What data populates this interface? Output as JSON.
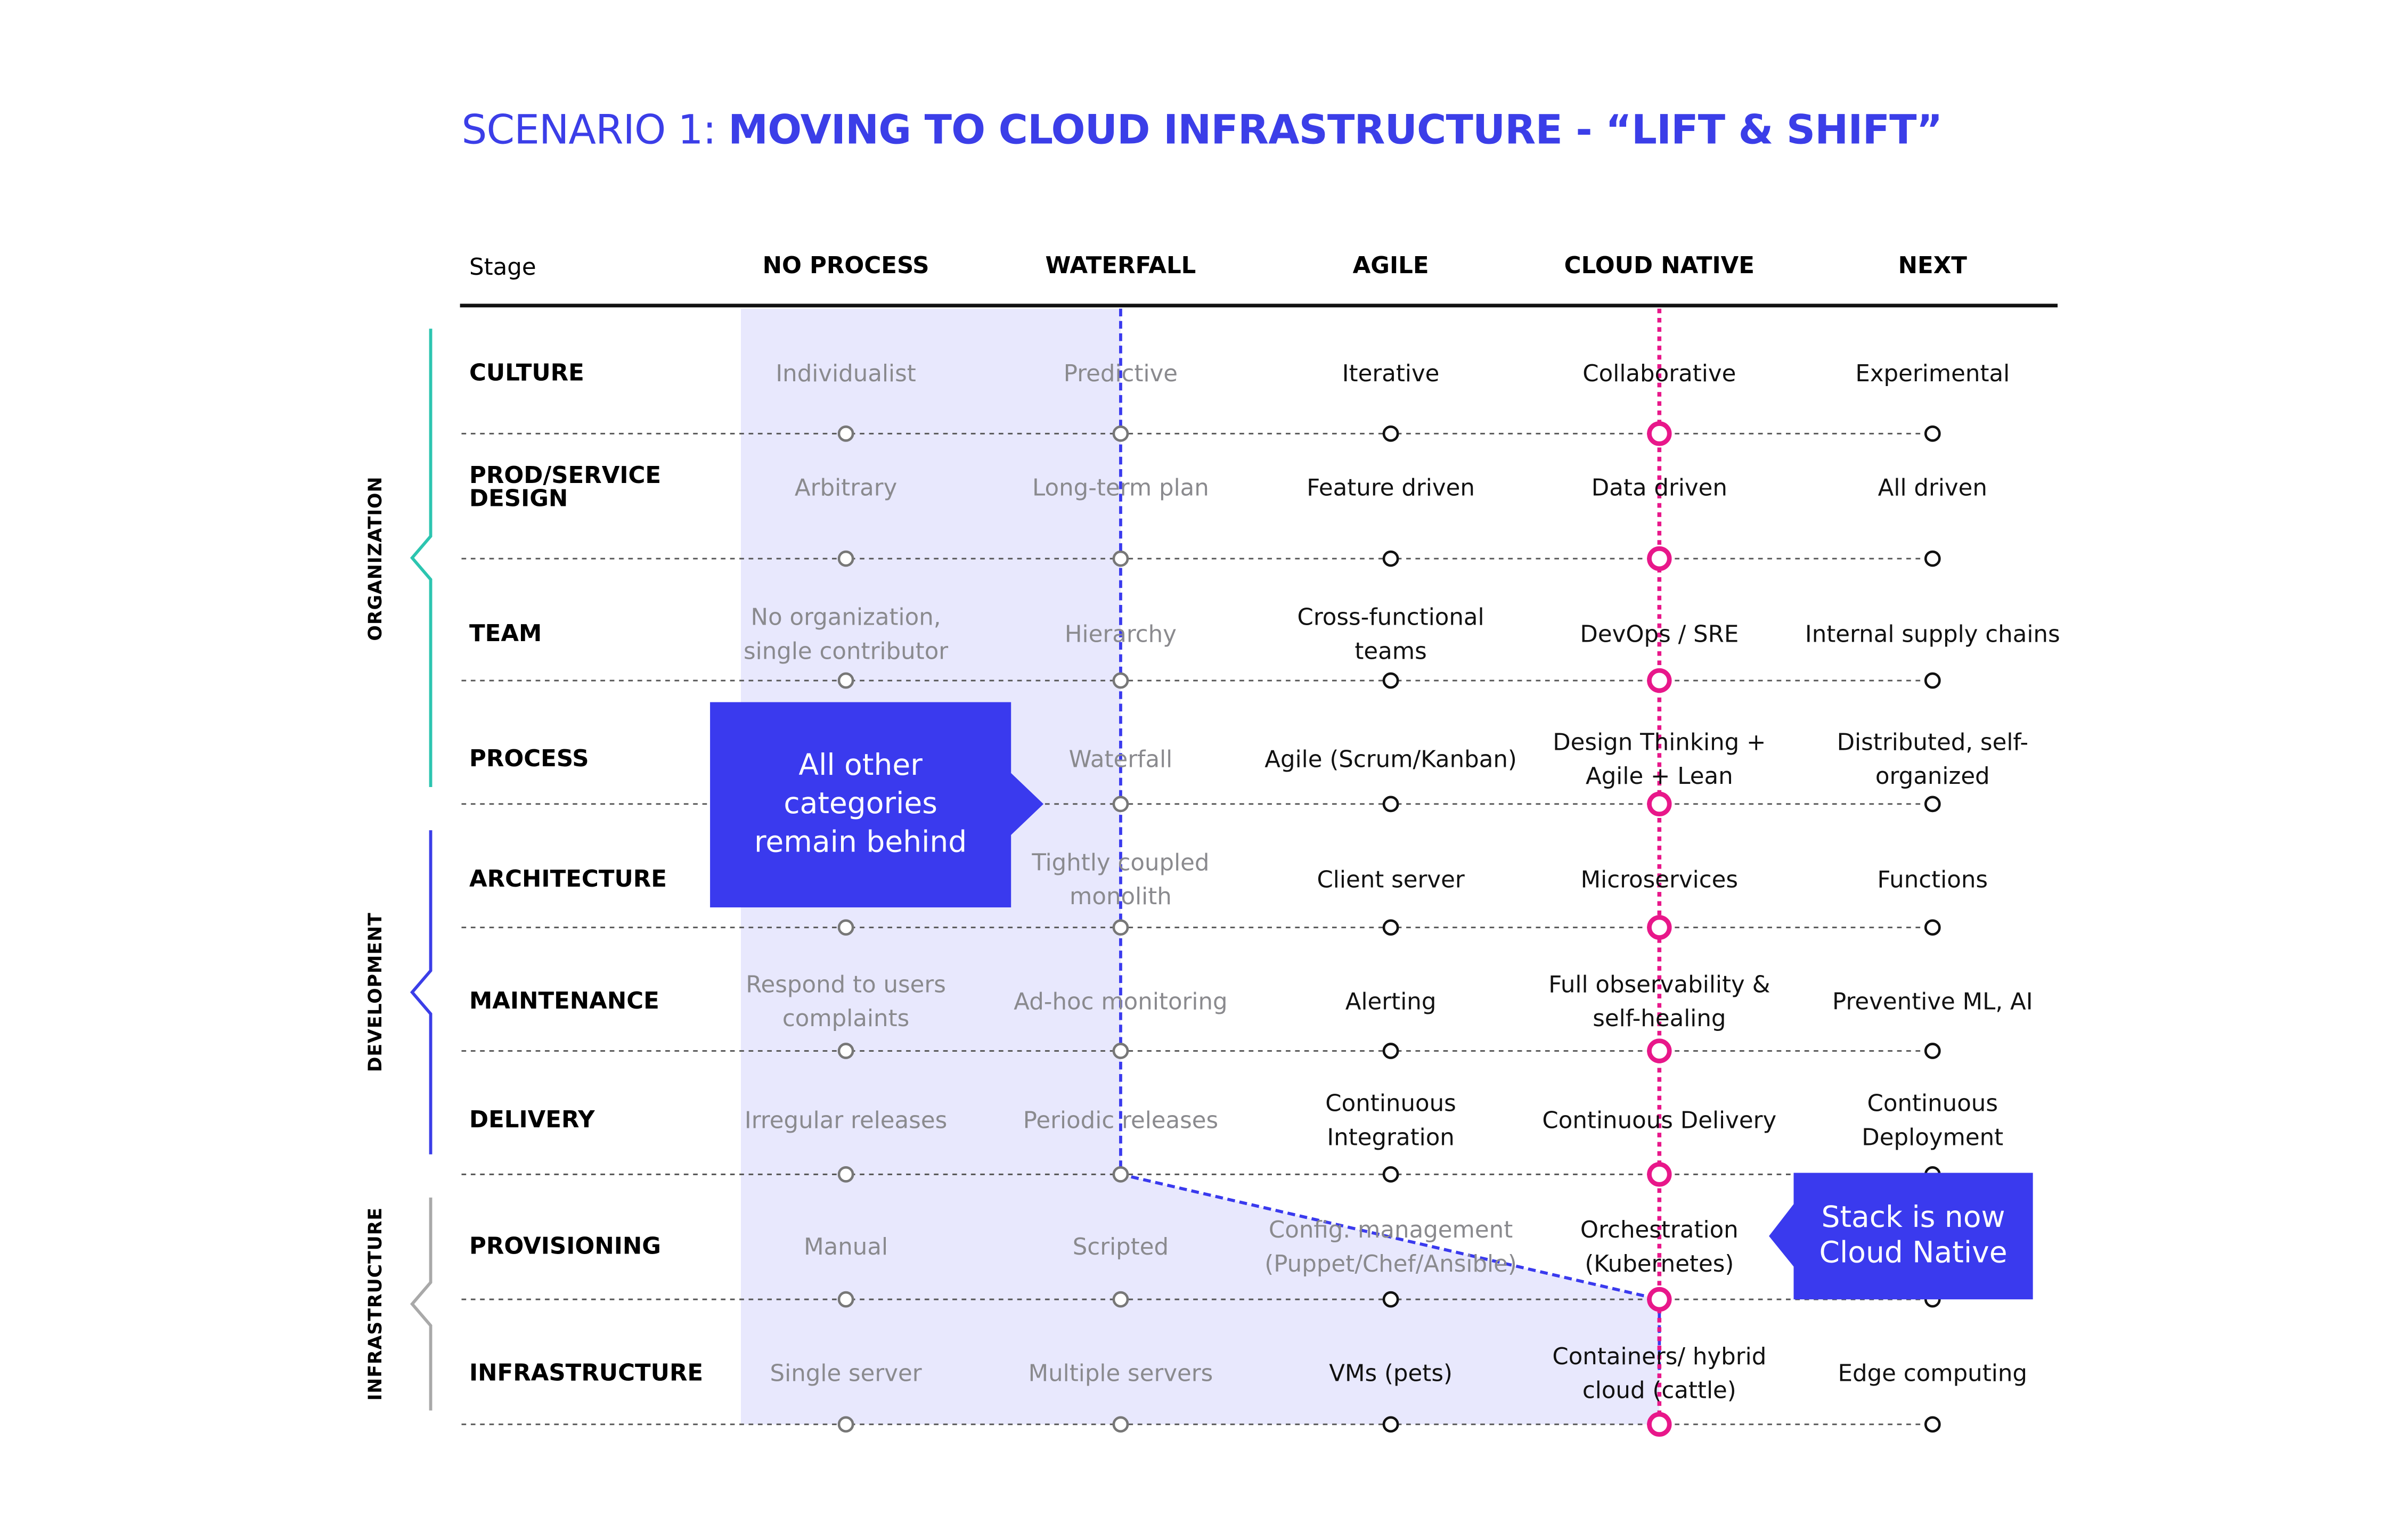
{
  "title": {
    "prefix": "SCENARIO 1: ",
    "main": "MOVING TO CLOUD INFRASTRUCTURE - “LIFT & SHIFT”"
  },
  "stage_label": "Stage",
  "columns": [
    "NO PROCESS",
    "WATERFALL",
    "AGILE",
    "CLOUD NATIVE",
    "NEXT"
  ],
  "groups": [
    {
      "label": "ORGANIZATION",
      "color": "#2cc5b0"
    },
    {
      "label": "DEVELOPMENT",
      "color": "#3b3ee8"
    },
    {
      "label": "INFRASTRUCTURE",
      "color": "#a9a9a9"
    }
  ],
  "rows": [
    {
      "label": "CULTURE",
      "cells": [
        "Individualist",
        "Predictive",
        "Iterative",
        "Collaborative",
        "Experimental"
      ]
    },
    {
      "label": "PROD/SERVICE DESIGN",
      "cells": [
        "Arbitrary",
        "Long-term plan",
        "Feature driven",
        "Data driven",
        "All driven"
      ]
    },
    {
      "label": "TEAM",
      "cells": [
        "No organization, single contributor",
        "Hierarchy",
        "Cross-functional teams",
        "DevOps / SRE",
        "Internal supply chains"
      ]
    },
    {
      "label": "PROCESS",
      "cells": [
        "",
        "Waterfall",
        "Agile (Scrum/Kanban)",
        "Design Thinking + Agile + Lean",
        "Distributed, self-organized"
      ]
    },
    {
      "label": "ARCHITECTURE",
      "cells": [
        "",
        "Tightly coupled monolith",
        "Client server",
        "Microservices",
        "Functions"
      ]
    },
    {
      "label": "MAINTENANCE",
      "cells": [
        "Respond to users complaints",
        "Ad-hoc monitoring",
        "Alerting",
        "Full observability & self-healing",
        "Preventive ML, AI"
      ]
    },
    {
      "label": "DELIVERY",
      "cells": [
        "Irregular releases",
        "Periodic releases",
        "Continuous Integration",
        "Continuous Delivery",
        "Continuous Deployment"
      ]
    },
    {
      "label": "PROVISIONING",
      "cells": [
        "Manual",
        "Scripted",
        "Config. management (Puppet/Chef/Ansible)",
        "Orchestration (Kubernetes)",
        ""
      ]
    },
    {
      "label": "INFRASTRUCTURE",
      "cells": [
        "Single server",
        "Multiple servers",
        "VMs (pets)",
        "Containers/ hybrid cloud (cattle)",
        "Edge computing"
      ]
    }
  ],
  "callouts": {
    "left": "All other categories remain behind",
    "right": "Stack is now Cloud Native"
  },
  "colors": {
    "accent_blue": "#3a3aee",
    "highlight_magenta": "#e8178a",
    "shade": "#e8e8fd",
    "grey_text": "#8a8a8e"
  }
}
